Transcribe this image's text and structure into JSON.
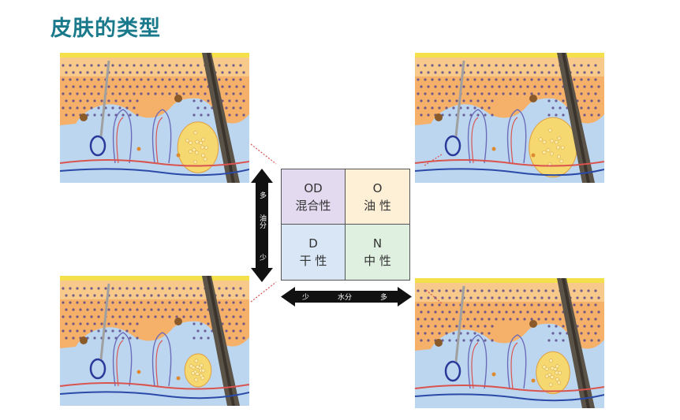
{
  "title": "皮肤的类型",
  "quadrants": [
    {
      "code": "OD",
      "name": "混合性",
      "color": "#e3daf0"
    },
    {
      "code": "O",
      "name": "油  性",
      "color": "#fdf0d6"
    },
    {
      "code": "D",
      "name": "干  性",
      "color": "#d8e6f6"
    },
    {
      "code": "N",
      "name": "中 性",
      "color": "#dff0e0"
    }
  ],
  "vertical_axis": {
    "top": "多",
    "middle": "油分",
    "bottom": "少"
  },
  "horizontal_axis": {
    "left": "少",
    "middle": "水分",
    "right": "多"
  },
  "colors": {
    "title": "#1a7a8c",
    "arrow": "#111111",
    "pointer": "#d9534f"
  }
}
